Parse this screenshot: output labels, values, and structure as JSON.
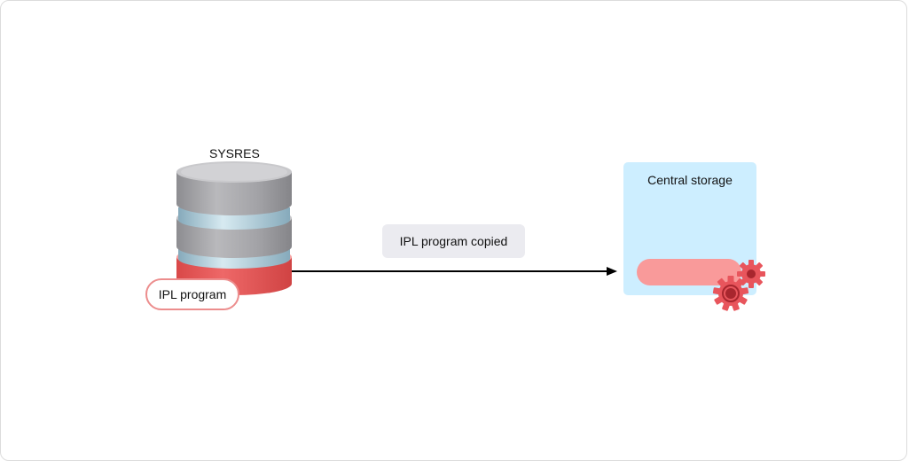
{
  "disk": {
    "label": "SYSRES",
    "program_label": "IPL program"
  },
  "transfer": {
    "label": "IPL program copied"
  },
  "storage": {
    "label": "Central storage"
  },
  "icons": [
    "disk-stack-icon",
    "arrow-icon",
    "gear-icon"
  ],
  "colors": {
    "disk_gray": "#a5a5a8",
    "disk_ring": "#a9c9d6",
    "disk_red": "#e85b5b",
    "pill_border": "#ec8d8d",
    "storage_fill": "#cdeeff",
    "program_bar": "#f99a9a",
    "gear": "#e8555c",
    "gear_dark": "#a8262e",
    "copied_fill": "#ebebf0"
  }
}
